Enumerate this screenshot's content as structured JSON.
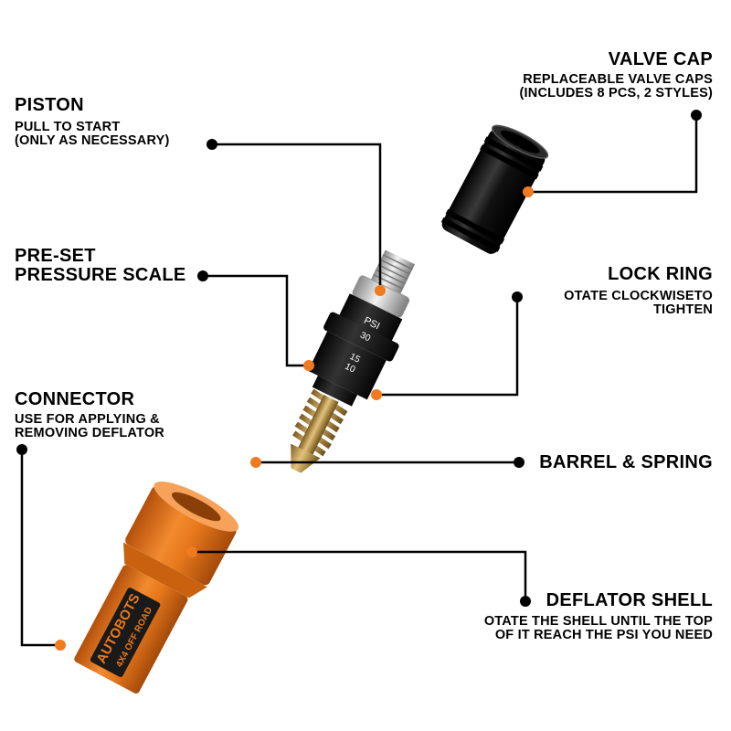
{
  "labels": {
    "valve_cap": {
      "title": "VALVE CAP",
      "sub1": "REPLACEABLE VALVE CAPS",
      "sub2": "(INCLUDES 8 PCS, 2 STYLES)"
    },
    "piston": {
      "title": "PISTON",
      "sub1": "PULL TO START",
      "sub2": "(ONLY AS NECESSARY)"
    },
    "pressure_scale": {
      "title1": "PRE-SET",
      "title2": "PRESSURE SCALE"
    },
    "lock_ring": {
      "title": "LOCK RING",
      "sub1": "OTATE CLOCKWISETO",
      "sub2": "TIGHTEN"
    },
    "connector": {
      "title": "CONNECTOR",
      "sub1": "USE FOR APPLYING &",
      "sub2": "REMOVING DEFLATOR"
    },
    "barrel_spring": {
      "title": "BARREL & SPRING"
    },
    "deflator_shell": {
      "title": "DEFLATOR SHELL",
      "sub1": "OTATE THE SHELL UNTIL THE TOP",
      "sub2": "OF IT REACH THE PSI YOU NEED"
    }
  },
  "product": {
    "scale_unit": "PSI",
    "scale_marks": [
      "30",
      "15",
      "10"
    ],
    "brand": "AUTOBOTS",
    "brand_sub": "4X4 OFF ROAD"
  },
  "colors": {
    "accent": "#f07a20",
    "shell": "#e8791c",
    "cap": "#111111",
    "line": "#000000"
  }
}
